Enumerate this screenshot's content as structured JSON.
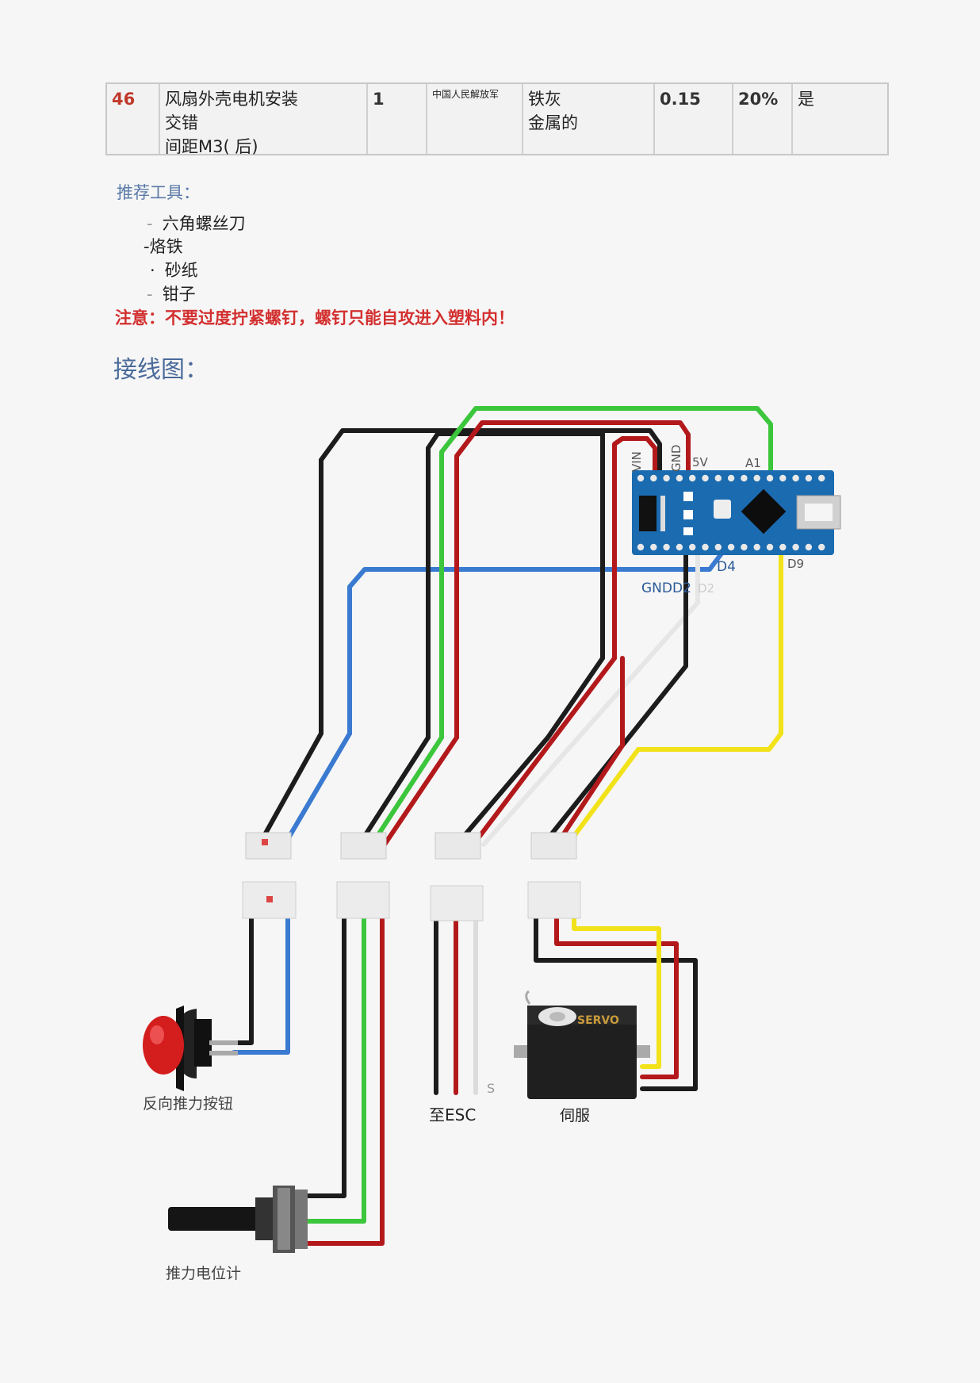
{
  "table_row": {
    "index": "46",
    "name_lines": [
      "风扇外壳电机安装",
      "交错",
      "间距M3( 后)"
    ],
    "quantity": "1",
    "source": "中国人民解放军",
    "material_lines": [
      "铁灰",
      "金属的"
    ],
    "value": "0.15",
    "infill": "20%",
    "required": "是"
  },
  "tools": {
    "title": "推荐工具：",
    "items": [
      {
        "bullet": "-",
        "text": "六角螺丝刀"
      },
      {
        "bullet": "",
        "text": "-烙铁"
      },
      {
        "bullet": "·",
        "text": "砂纸"
      },
      {
        "bullet": "-",
        "text": "钳子"
      }
    ]
  },
  "warning": "注意：不要过度拧紧螺钉，螺钉只能自攻进入塑料内！",
  "wiring": {
    "title": "接线图：",
    "pin_labels": {
      "vin": "VIN",
      "gnd": "GND",
      "v5": "5V",
      "a1": "A1",
      "d4": "D4",
      "d9": "D9",
      "gndd2": "GNDD2",
      "d2_ghost": "D2"
    },
    "servo_text": "SERVO",
    "esc_s": "S",
    "components": {
      "button": "反向推力按钮",
      "esc": "至ESC",
      "servo": "伺服",
      "pot": "推力电位计"
    },
    "colors": {
      "black": "#1c1c1c",
      "red": "#b3191b",
      "green": "#3cc63c",
      "blue": "#3a7ad0",
      "yellow": "#f2e21a",
      "white": "#e6e6e6",
      "board": "#1a6bb0"
    }
  }
}
